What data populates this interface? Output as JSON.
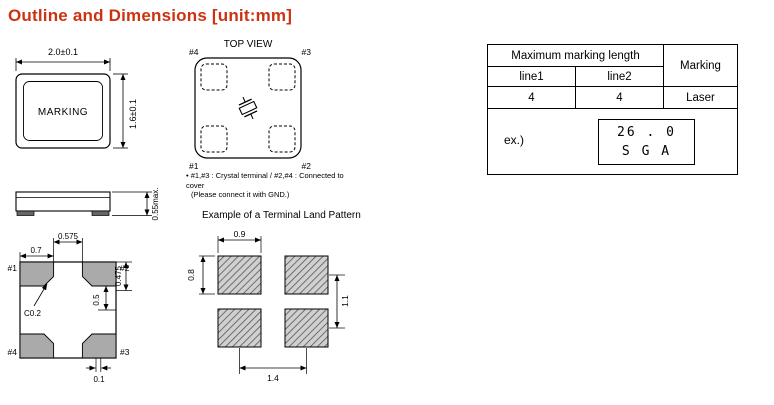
{
  "title": "Outline and Dimensions [unit:mm]",
  "colors": {
    "title": "#cc3311",
    "line": "#000000",
    "pad_fill": "#aaaaaa"
  },
  "outline_view": {
    "marking": "MARKING",
    "dim_width": "2.0±0.1",
    "dim_height": "1.6±0.1"
  },
  "side_view": {
    "dim_height": "0.55max."
  },
  "bottom_view": {
    "pin1": "#1",
    "pin2": "#2",
    "pin3": "#3",
    "pin4": "#4",
    "dim_top_inner": "0.575",
    "dim_pad_width": "0.7",
    "dim_chamfer": "C0.2",
    "dim_right_outer": "0.475",
    "dim_pad_height": "0.5",
    "dim_bottom_offset": "0.1"
  },
  "top_view": {
    "label": "TOP VIEW",
    "pin_tl": "#4",
    "pin_tr": "#3",
    "pin_bl": "#1",
    "pin_br": "#2",
    "note_line1": "• #1,#3 : Crystal terminal / #2,#4 : Connected to cover",
    "note_line2": "(Please connect it with GND.)"
  },
  "land_pattern": {
    "title": "Example of a Terminal Land Pattern",
    "dim_pad_width": "0.9",
    "dim_pad_height": "0.8",
    "dim_pitch_vertical": "1.1",
    "dim_pitch_horizontal": "1.4"
  },
  "marking_table": {
    "header": "Maximum marking length",
    "marking_col": "Marking",
    "line1": "line1",
    "line2": "line2",
    "line1_value": "4",
    "line2_value": "4",
    "marking_value": "Laser",
    "example_label": "ex.)",
    "example_row1": "26 . 0",
    "example_row2": "S G A"
  }
}
